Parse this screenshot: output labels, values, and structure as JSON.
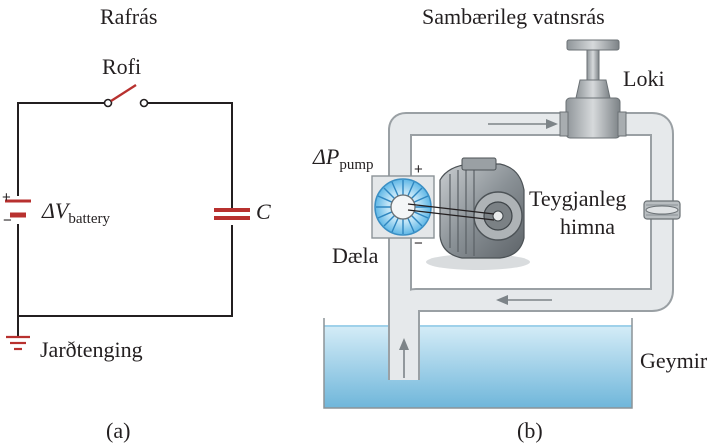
{
  "panel_a": {
    "title": "Rafrás",
    "switch_label": "Rofi",
    "battery_symbol": "ΔV",
    "battery_subscript": "battery",
    "battery_plus": "+",
    "battery_minus": "−",
    "capacitor_label": "C",
    "ground_label": "Jarðtenging",
    "caption": "(a)"
  },
  "panel_b": {
    "title": "Sambærileg vatnsrás",
    "valve_label": "Loki",
    "pump_symbol": "ΔP",
    "pump_subscript": "pump",
    "pump_plus": "+",
    "pump_minus": "−",
    "membrane_label_line1": "Teygjanleg",
    "membrane_label_line2": "himna",
    "pump_label": "Dæla",
    "reservoir_label": "Geymir",
    "caption": "(b)"
  },
  "colors": {
    "wire": "#231f20",
    "component_red": "#b8312f",
    "pipe_fill": "#e3e6e8",
    "pipe_edge": "#9aa0a4",
    "water": "#8ec9e4",
    "water_top": "#cbe7f4"
  }
}
